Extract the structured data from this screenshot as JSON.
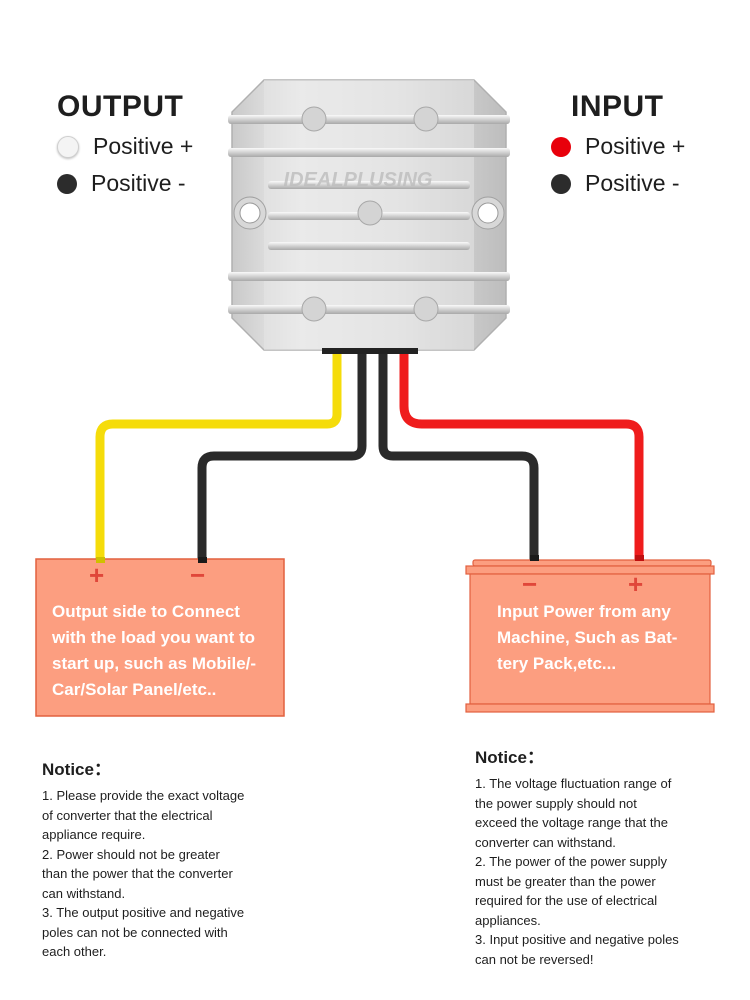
{
  "legend_output": {
    "title": "OUTPUT",
    "items": [
      "Positive +",
      "Positive -"
    ]
  },
  "legend_input": {
    "title": "INPUT",
    "items": [
      "Positive +",
      "Positive -"
    ]
  },
  "device": {
    "brand_watermark": "IDEALPLUSING"
  },
  "load_box": {
    "text": [
      "Output side to Connect",
      "with the load you want to",
      "start up, such as Mobile/-",
      "Car/Solar Panel/etc.."
    ],
    "plus": "+",
    "minus": "−"
  },
  "battery_box": {
    "text": [
      "Input Power from any",
      "Machine, Such as Bat-",
      "tery Pack,etc..."
    ],
    "plus": "+",
    "minus": "−"
  },
  "notice_left": {
    "title": "Notice：",
    "lines": [
      "1. Please provide the exact voltage",
      "of converter that the electrical",
      "appliance require.",
      "2. Power should not be greater",
      "than the power that the converter",
      "can withstand.",
      "3. The output positive and negative",
      "poles can not be connected with",
      "each other."
    ]
  },
  "notice_right": {
    "title": "Notice：",
    "lines": [
      "1. The voltage fluctuation range of",
      "the power supply should not",
      "exceed the voltage range that the",
      "converter can withstand.",
      "2. The power of the power supply",
      "must be greater than the power",
      "required for the use of electrical",
      "appliances.",
      "3. Input positive and negative poles",
      "can not be reversed!"
    ]
  },
  "colors": {
    "box_fill": "#fc9e80",
    "box_border": "#e2603f",
    "wire_yellow": "#f5dc0a",
    "wire_red": "#ef1c1c",
    "wire_black": "#2a2a2a",
    "terminal_red": "#e0473a"
  }
}
